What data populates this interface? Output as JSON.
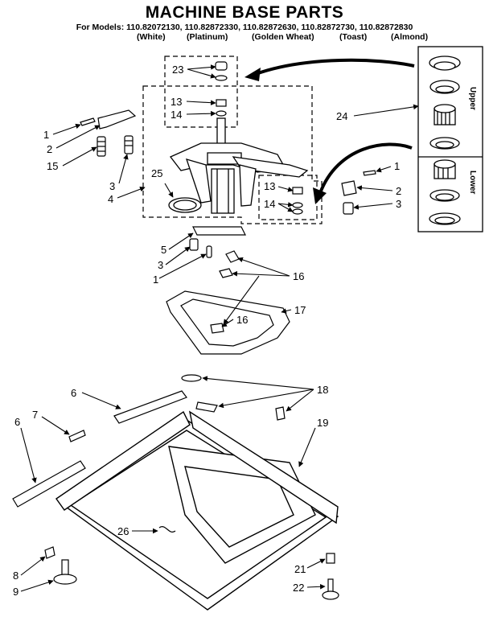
{
  "title": "MACHINE BASE PARTS",
  "models_line": "For Models: 110.82072130, 110.82872330, 110.82872630, 110.82872730, 110.82872830",
  "colors": [
    "(White)",
    "(Platinum)",
    "(Golden Wheat)",
    "(Toast)",
    "(Almond)"
  ],
  "inset_labels": {
    "upper": "Upper",
    "lower": "Lower"
  },
  "callouts": {
    "c23": "23",
    "c13a": "13",
    "c14a": "14",
    "c24": "24",
    "c1a": "1",
    "c2a": "2",
    "c15": "15",
    "c3a": "3",
    "c4": "4",
    "c25": "25",
    "c13b": "13",
    "c14b": "14",
    "c1b": "1",
    "c2b": "2",
    "c3b": "3",
    "c5": "5",
    "c3c": "3",
    "c1c": "1",
    "c16a": "16",
    "c16b": "16",
    "c17": "17",
    "c18": "18",
    "c6a": "6",
    "c7": "7",
    "c6b": "6",
    "c19": "19",
    "c26": "26",
    "c8": "8",
    "c9": "9",
    "c21": "21",
    "c22": "22"
  },
  "colors_style": {
    "ink": "#000000",
    "paper": "#ffffff"
  }
}
